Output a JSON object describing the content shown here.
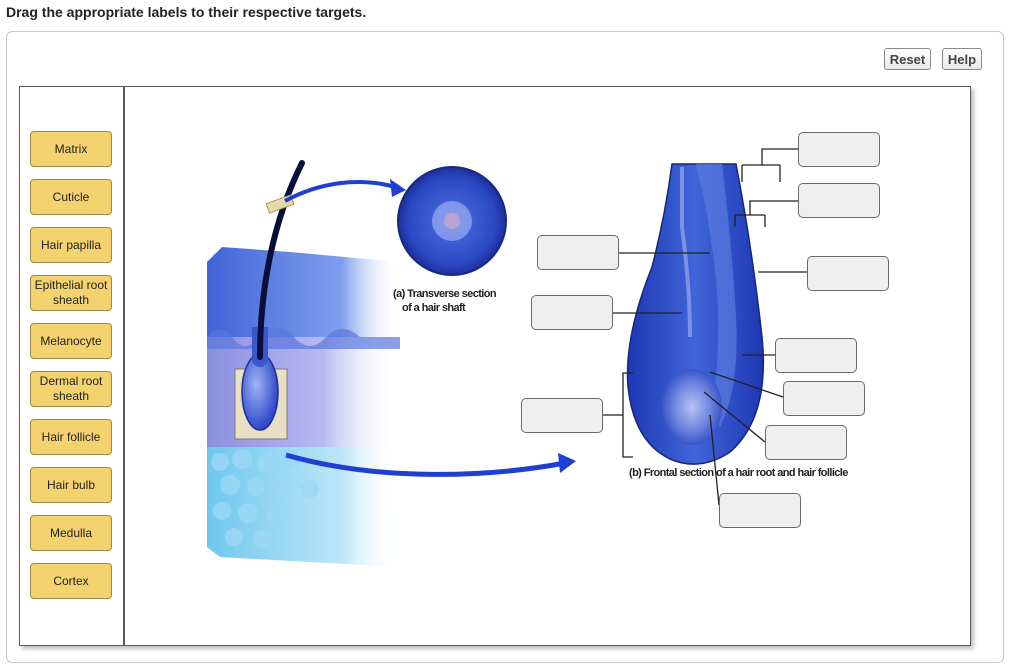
{
  "instruction": "Drag the appropriate labels to their respective targets.",
  "buttons": {
    "reset": "Reset",
    "help": "Help"
  },
  "labels": [
    "Matrix",
    "Cuticle",
    "Hair papilla",
    "Epithelial root sheath",
    "Melanocyte",
    "Dermal root sheath",
    "Hair follicle",
    "Hair bulb",
    "Medulla",
    "Cortex"
  ],
  "captions": {
    "transverse_line1": "(a) Transverse section",
    "transverse_line2": "of a hair shaft",
    "frontal": "(b) Frontal section of a hair root and hair follicle"
  },
  "colors": {
    "label_fill": "#f4d36f",
    "label_border": "#9a8a44",
    "target_fill": "#efefef",
    "arrow": "#1f3fd0",
    "tissue_blue": "#2f4fc8"
  }
}
